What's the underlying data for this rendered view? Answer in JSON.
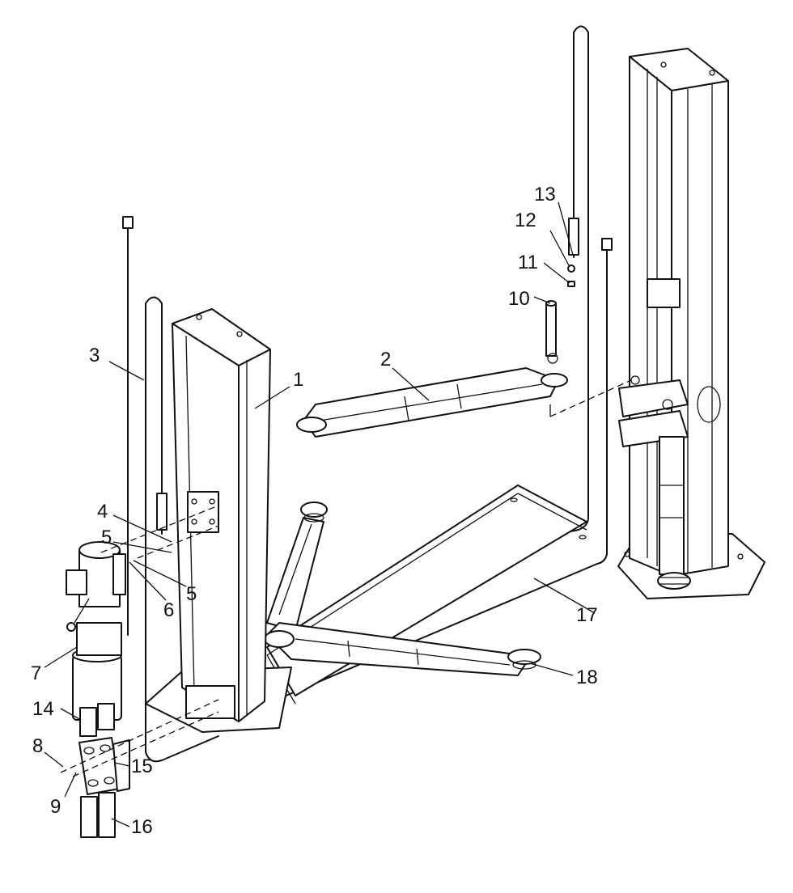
{
  "diagram": {
    "callouts": [
      {
        "id": "1",
        "label": "1"
      },
      {
        "id": "2",
        "label": "2"
      },
      {
        "id": "3",
        "label": "3"
      },
      {
        "id": "4",
        "label": "4"
      },
      {
        "id": "5a",
        "label": "5"
      },
      {
        "id": "5b",
        "label": "5"
      },
      {
        "id": "6",
        "label": "6"
      },
      {
        "id": "7",
        "label": "7"
      },
      {
        "id": "8",
        "label": "8"
      },
      {
        "id": "9",
        "label": "9"
      },
      {
        "id": "10",
        "label": "10"
      },
      {
        "id": "11",
        "label": "11"
      },
      {
        "id": "12",
        "label": "12"
      },
      {
        "id": "13",
        "label": "13"
      },
      {
        "id": "14",
        "label": "14"
      },
      {
        "id": "15",
        "label": "15"
      },
      {
        "id": "16",
        "label": "16"
      },
      {
        "id": "17",
        "label": "17"
      },
      {
        "id": "18",
        "label": "18"
      }
    ]
  }
}
